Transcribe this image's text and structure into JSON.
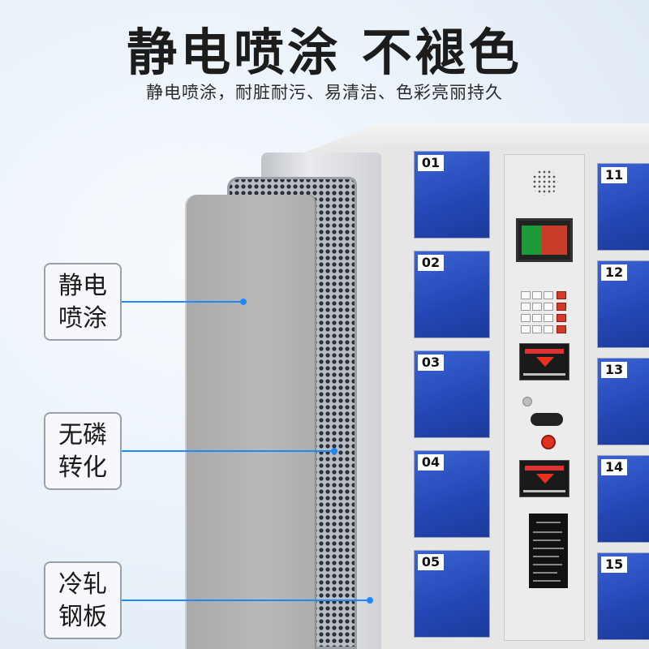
{
  "headline": "静电喷涂 不褪色",
  "subline": "静电喷涂，耐脏耐污、易清洁、色彩亮丽持久",
  "callouts": [
    {
      "line1": "静电",
      "line2": "喷涂"
    },
    {
      "line1": "无磷",
      "line2": "转化"
    },
    {
      "line1": "冷轧",
      "line2": "钢板"
    }
  ],
  "doors_left": [
    "01",
    "02",
    "03",
    "04",
    "05"
  ],
  "doors_right": [
    "11",
    "12",
    "13",
    "14",
    "15"
  ],
  "colors": {
    "door_blue": "#2b4fc4",
    "leader_blue": "#1e88ff",
    "plate_gray": "#b0b0b0"
  }
}
